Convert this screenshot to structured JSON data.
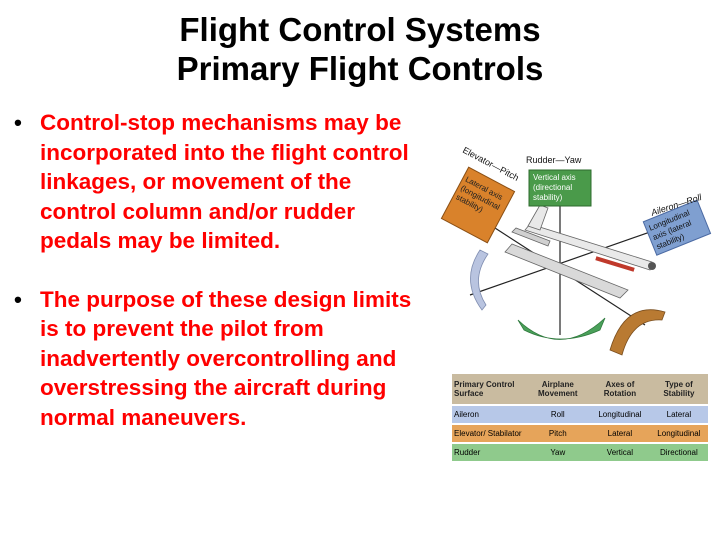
{
  "title": {
    "line1": "Flight Control Systems",
    "line2": "Primary Flight Controls"
  },
  "bullets": [
    "Control-stop mechanisms may be incorporated into the flight control linkages, or movement of the control column and/or rudder pedals may be limited.",
    "The purpose of these design limits is to prevent the pilot from inadvertently overcontrolling and overstressing the aircraft during normal maneuvers."
  ],
  "bullet_marker": "•",
  "figure": {
    "rudder_label": "Rudder—Yaw",
    "vertical_box": [
      "Vertical axis",
      "(directional",
      "stability)"
    ],
    "elevator_label": "Elevator—Pitch",
    "lateral_box": [
      "Lateral axis",
      "(longitudinal",
      "stability)"
    ],
    "aileron_label": "Aileron—Roll",
    "longitudinal_box": [
      "Longitudinal",
      "axis (lateral",
      "stability)"
    ],
    "colors": {
      "green": "#4a9a4a",
      "orange": "#d9822b",
      "blue": "#7f9fd0"
    }
  },
  "table": {
    "headers": [
      "Primary Control Surface",
      "Airplane Movement",
      "Axes of Rotation",
      "Type of Stability"
    ],
    "rows": [
      [
        "Aileron",
        "Roll",
        "Longitudinal",
        "Lateral"
      ],
      [
        "Elevator/ Stabilator",
        "Pitch",
        "Lateral",
        "Longitudinal"
      ],
      [
        "Rudder",
        "Yaw",
        "Vertical",
        "Directional"
      ]
    ]
  }
}
